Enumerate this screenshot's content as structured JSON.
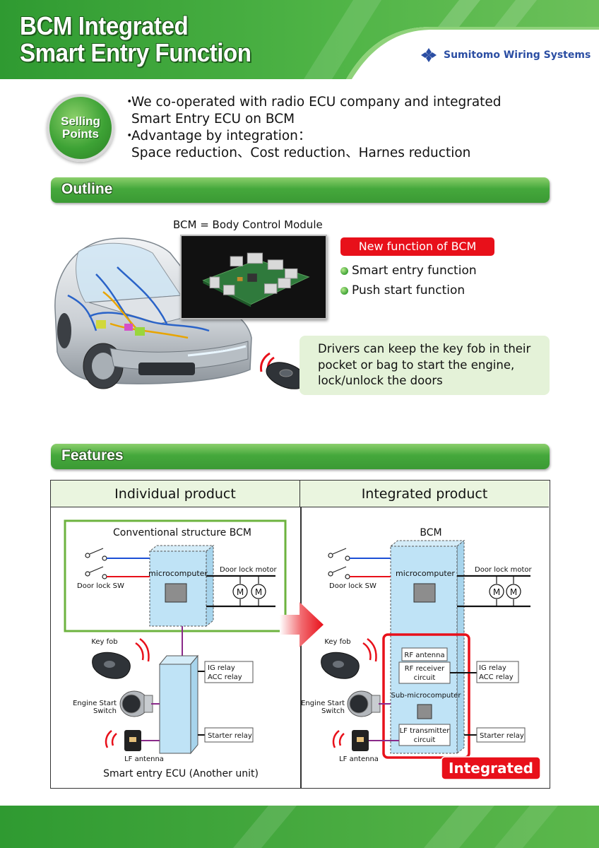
{
  "header": {
    "title_line1": "BCM Integrated",
    "title_line2": "Smart Entry Function",
    "company": "Sumitomo Wiring Systems"
  },
  "selling_points": {
    "badge_line1": "Selling",
    "badge_line2": "Points",
    "points": [
      {
        "bullet": "・",
        "line1": "We co-operated with radio ECU company and integrated",
        "line2": "Smart Entry ECU on BCM"
      },
      {
        "bullet": "・",
        "line1": "Advantage by integration：",
        "line2": "Space reduction、Cost reduction、Harnes reduction"
      }
    ]
  },
  "outline": {
    "heading": "Outline",
    "bcm_definition": "BCM = Body Control Module",
    "new_function_label": "New function of BCM",
    "functions": [
      "Smart entry function",
      "Push start function"
    ],
    "callout_lines": [
      "Drivers can keep the key fob in their",
      "pocket or bag to start the engine,",
      "lock/unlock the doors"
    ]
  },
  "features": {
    "heading": "Features",
    "col_left": "Individual product",
    "col_right": "Integrated product",
    "left": {
      "box_title": "Conventional structure BCM",
      "microcomputer": "microcomputer",
      "door_lock_motor": "Door lock motor",
      "door_lock_sw": "Door lock SW",
      "key_fob": "Key fob",
      "engine_start_1": "Engine Start",
      "engine_start_2": "Switch",
      "lf_antenna": "LF antenna",
      "ig_relay": "IG relay",
      "acc_relay": "ACC relay",
      "starter_relay": "Starter relay",
      "ecu_caption": "Smart entry ECU (Another unit)",
      "motor_symbol": "M"
    },
    "right": {
      "bcm_title": "BCM",
      "microcomputer": "microcomputer",
      "door_lock_motor": "Door lock motor",
      "door_lock_sw": "Door lock SW",
      "key_fob": "Key fob",
      "engine_start_1": "Engine Start",
      "engine_start_2": "Switch",
      "lf_antenna": "LF antenna",
      "rf_antenna": "RF antenna",
      "rf_receiver_1": "RF receiver",
      "rf_receiver_2": "circuit",
      "sub_micro": "Sub-microcomputer",
      "lf_transmitter_1": "LF transmitter",
      "lf_transmitter_2": "circuit",
      "ig_relay": "IG relay",
      "acc_relay": "ACC relay",
      "starter_relay": "Starter relay",
      "integrated_label": "Integrated",
      "motor_symbol": "M"
    }
  },
  "colors": {
    "green": "#3fa83c",
    "red": "#e8101a",
    "light_blue": "#bfe3f6",
    "logo_blue": "#2b4ea3"
  }
}
